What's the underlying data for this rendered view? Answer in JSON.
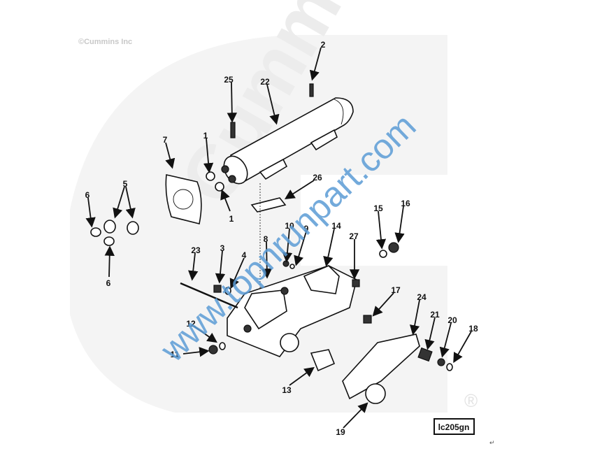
{
  "copyright": "©Cummins Inc",
  "watermark_logo": "Cummins",
  "watermark_url": "www.topnrunpart.com",
  "registered_mark": "®",
  "figure_code": "lc205gn",
  "return_mark": "↵",
  "callouts": [
    "2",
    "25",
    "22",
    "7",
    "1",
    "1",
    "6",
    "5",
    "6",
    "26",
    "23",
    "3",
    "4",
    "8",
    "10",
    "9",
    "14",
    "27",
    "15",
    "16",
    "17",
    "24",
    "21",
    "20",
    "18",
    "12",
    "11",
    "13",
    "19"
  ]
}
